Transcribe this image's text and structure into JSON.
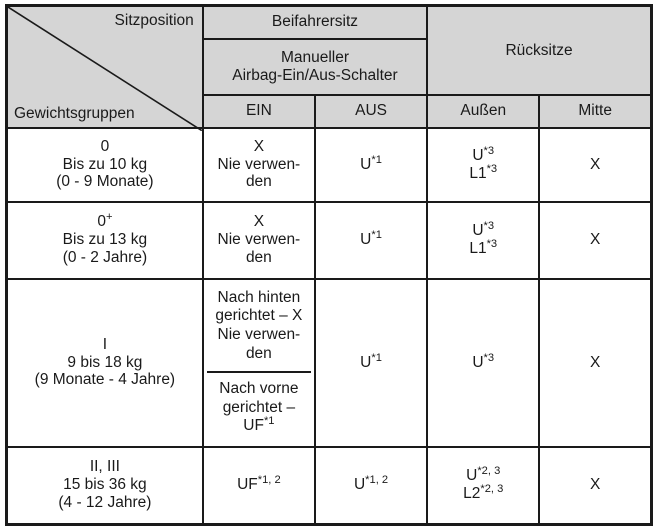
{
  "table": {
    "corner": {
      "top_label": "Sitzposition",
      "bottom_label": "Gewichtsgruppen",
      "diagonal": "diagonal-divider"
    },
    "header": {
      "front_passenger": "Beifahrersitz",
      "manual_switch_line1": "Manueller",
      "manual_switch_line2": "Airbag-Ein/Aus-Schalter",
      "rear_seats": "Rücksitze",
      "col_on": "EIN",
      "col_off": "AUS",
      "col_outer": "Außen",
      "col_center": "Mitte"
    },
    "rows": [
      {
        "group_line1": "0",
        "group_line2": "Bis zu 10 kg",
        "group_line3": "(0 - 9 Monate)",
        "on_line1": "X",
        "on_line2": "Nie verwen-",
        "on_line3": "den",
        "off_base": "U",
        "off_sup": "*1",
        "outer_line1_base": "U",
        "outer_line1_sup": "*3",
        "outer_line2_base": "L1",
        "outer_line2_sup": "*3",
        "center": "X"
      },
      {
        "group_line1": "0+",
        "group_line1_base": "0",
        "group_line1_sup": "+",
        "group_line2": "Bis zu 13 kg",
        "group_line3": "(0 - 2 Jahre)",
        "on_line1": "X",
        "on_line2": "Nie verwen-",
        "on_line3": "den",
        "off_base": "U",
        "off_sup": "*1",
        "outer_line1_base": "U",
        "outer_line1_sup": "*3",
        "outer_line2_base": "L1",
        "outer_line2_sup": "*3",
        "center": "X"
      },
      {
        "group_line1": "I",
        "group_line2": "9 bis 18 kg",
        "group_line3": "(9 Monate - 4 Jahre)",
        "on_rear_line1": "Nach hinten",
        "on_rear_line2": "gerichtet – X",
        "on_rear_line3": "Nie verwen-",
        "on_rear_line4": "den",
        "on_front_line1": "Nach vorne",
        "on_front_line2": "gerichtet –",
        "on_front_base": "UF",
        "on_front_sup": "*1",
        "off_base": "U",
        "off_sup": "*1",
        "outer_base": "U",
        "outer_sup": "*3",
        "center": "X"
      },
      {
        "group_line1": "II, III",
        "group_line2": "15 bis 36 kg",
        "group_line3": "(4 - 12 Jahre)",
        "on_base": "UF",
        "on_sup": "*1, 2",
        "off_base": "U",
        "off_sup": "*1, 2",
        "outer_line1_base": "U",
        "outer_line1_sup": "*2, 3",
        "outer_line2_base": "L2",
        "outer_line2_sup": "*2, 3",
        "center": "X"
      }
    ]
  },
  "colors": {
    "header_background": "#d5d5d5",
    "border": "#1a1a1a",
    "text": "#1a1a1a",
    "cell_background": "#ffffff"
  }
}
